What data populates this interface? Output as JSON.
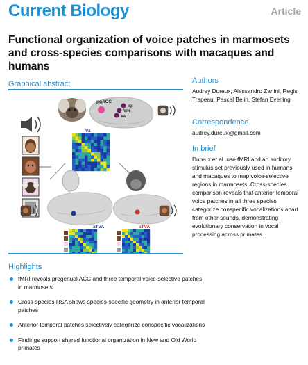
{
  "header": {
    "journal": "Current Biology",
    "article_type": "Article",
    "title": "Functional organization of voice patches in marmosets and cross-species comparisons with macaques and humans"
  },
  "graphical_abstract": {
    "heading": "Graphical abstract",
    "labels": {
      "pgacc": "pgACC",
      "vp": "Vp",
      "vm": "Vm",
      "va_brain": "Va",
      "va_matrix": "Va",
      "atva_left": "aTVA",
      "atva_right": "aTVA"
    },
    "colors": {
      "accent": "#1f8fd0",
      "patch": "#6a1f5c",
      "pgacc": "#e64aa0",
      "matrix_low": "#1a3aa6",
      "matrix_mid": "#2ea8a0",
      "matrix_high": "#f2e21a"
    }
  },
  "authors": {
    "heading": "Authors",
    "names": "Audrey Dureux, Alessandro Zanini, Regis Trapeau, Pascal Belin, Stefan Everling"
  },
  "correspondence": {
    "heading": "Correspondence",
    "email": "audrey.dureux@gmail.com"
  },
  "in_brief": {
    "heading": "In brief",
    "text": "Dureux et al. use fMRI and an auditory stimulus set previously used in humans and macaques to map voice-selective regions in marmosets. Cross-species comparison reveals that anterior temporal voice patches in all three species categorize conspecific vocalizations apart from other sounds, demonstrating evolutionary conservation in vocal processing across primates."
  },
  "highlights": {
    "heading": "Highlights",
    "items": [
      "fMRI reveals pregenual ACC and three temporal voice-selective patches in marmosets",
      "Cross-species RSA shows species-specific geometry in anterior temporal patches",
      "Anterior temporal patches selectively categorize conspecific vocalizations",
      "Findings support shared functional organization in New and Old World primates"
    ]
  }
}
